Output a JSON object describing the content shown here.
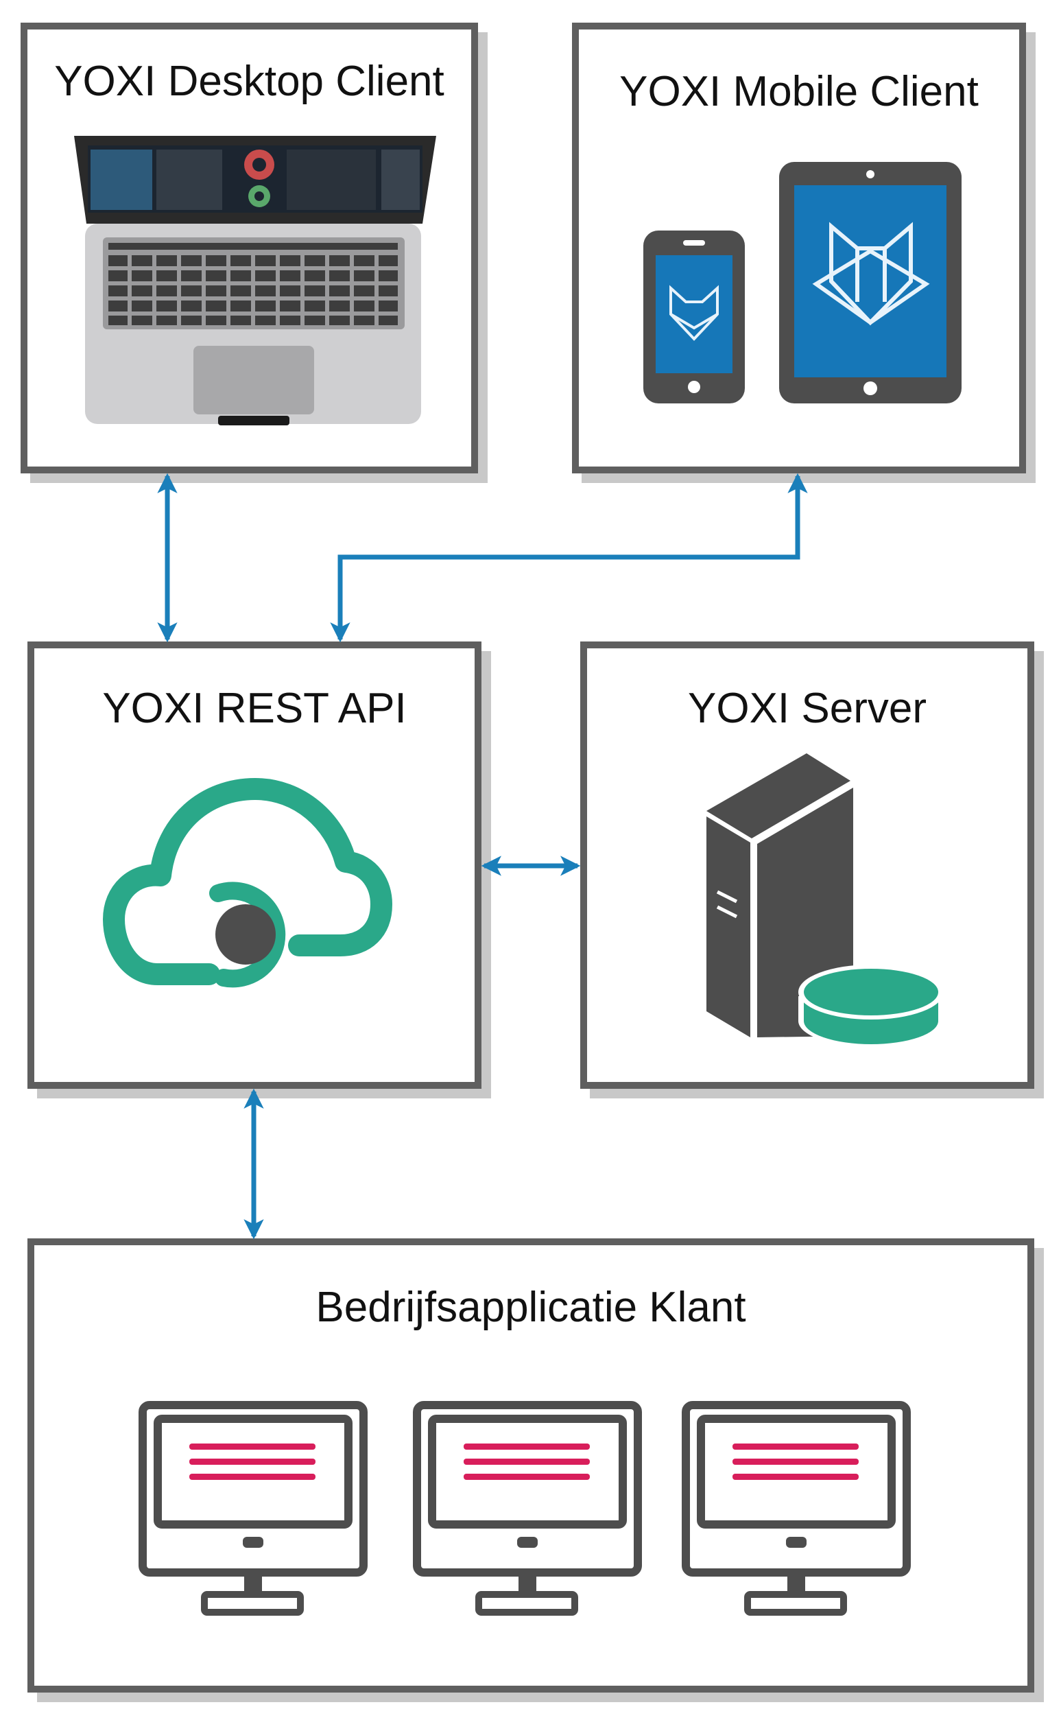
{
  "boxes": {
    "desktop": {
      "title": "YOXI Desktop Client"
    },
    "mobile": {
      "title": "YOXI Mobile Client"
    },
    "api": {
      "title": "YOXI REST API"
    },
    "server": {
      "title": "YOXI Server"
    },
    "klant": {
      "title": "Bedrijfsapplicatie Klant"
    }
  },
  "colors": {
    "arrow": "#1a7fba",
    "frame": "#5f5f5f",
    "teal": "#2aa889",
    "dark": "#4d4d4d",
    "screen_blue": "#1677b8",
    "accent_pink": "#d81e5b"
  },
  "icons": {
    "desktop": "laptop-icon",
    "mobile": "phone-and-tablet-icon",
    "api": "cloud-sync-icon",
    "server": "server-database-icon",
    "klant": "monitor-icon"
  }
}
